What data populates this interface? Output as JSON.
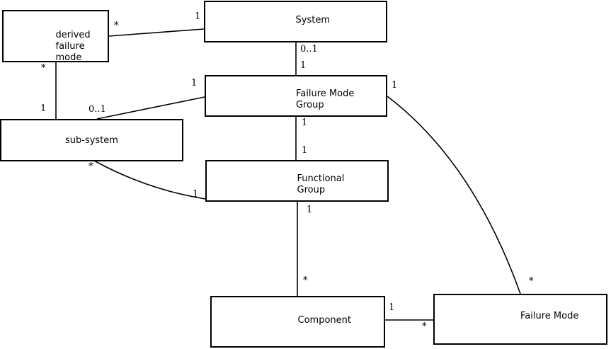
{
  "diagram_type": "uml-class-diagram",
  "colors": {
    "background": "#ffffff",
    "line": "#000000",
    "text": "#000000"
  },
  "boxes": [
    {
      "id": "derived-failure-mode",
      "lines": [
        "derived",
        "failure",
        "mode"
      ]
    },
    {
      "id": "system",
      "lines": [
        "System"
      ]
    },
    {
      "id": "failure-mode-group",
      "lines": [
        "Failure Mode",
        "Group"
      ]
    },
    {
      "id": "sub-system",
      "lines": [
        "sub-system"
      ]
    },
    {
      "id": "functional-group",
      "lines": [
        "Functional",
        "Group"
      ]
    },
    {
      "id": "component",
      "lines": [
        "Component"
      ]
    },
    {
      "id": "failure-mode",
      "lines": [
        "Failure Mode"
      ]
    }
  ],
  "connections": [
    {
      "from": "derived failure mode",
      "to": "System",
      "from_label": "*",
      "to_label": "1"
    },
    {
      "from": "derived failure mode",
      "to": "sub-system",
      "from_label": "*",
      "to_label": "1"
    },
    {
      "from": "System",
      "to": "Failure Mode Group",
      "from_label": "0..1",
      "to_label": "1"
    },
    {
      "from": "sub-system",
      "to": "Failure Mode Group",
      "from_label": "0..1",
      "to_label": "1"
    },
    {
      "from": "Failure Mode Group",
      "to": "Functional Group",
      "from_label": "1",
      "to_label": "1"
    },
    {
      "from": "sub-system",
      "to": "Functional Group",
      "from_label": "*",
      "to_label": "1"
    },
    {
      "from": "Functional Group",
      "to": "Component",
      "from_label": "1",
      "to_label": "*"
    },
    {
      "from": "Component",
      "to": "Failure Mode",
      "from_label": "1",
      "to_label": "*"
    },
    {
      "from": "Failure Mode Group",
      "to": "Failure Mode",
      "from_label": "1",
      "to_label": "*"
    }
  ]
}
